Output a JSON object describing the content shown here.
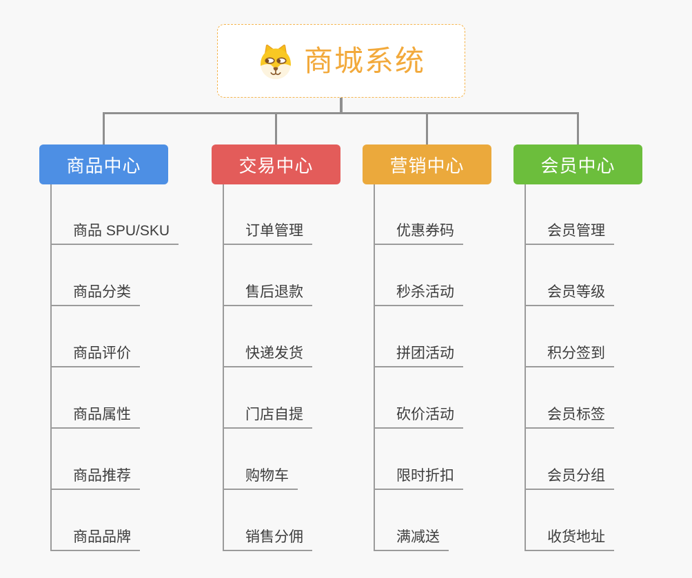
{
  "root": {
    "title": "商城系统",
    "icon": "dog-face-icon",
    "accent_color": "#F2A93B",
    "border_color": "#F5B44C"
  },
  "branches": [
    {
      "label": "商品中心",
      "color": "#4D8FE4",
      "children": [
        "商品 SPU/SKU",
        "商品分类",
        "商品评价",
        "商品属性",
        "商品推荐",
        "商品品牌"
      ]
    },
    {
      "label": "交易中心",
      "color": "#E35C5A",
      "children": [
        "订单管理",
        "售后退款",
        "快递发货",
        "门店自提",
        "购物车",
        "销售分佣"
      ]
    },
    {
      "label": "营销中心",
      "color": "#EBA93C",
      "children": [
        "优惠券码",
        "秒杀活动",
        "拼团活动",
        "砍价活动",
        "限时折扣",
        "满减送"
      ]
    },
    {
      "label": "会员中心",
      "color": "#6CBE3C",
      "children": [
        "会员管理",
        "会员等级",
        "积分签到",
        "会员标签",
        "会员分组",
        "收货地址"
      ]
    }
  ],
  "style": {
    "background_color": "#F8F8F8",
    "connector_color": "#8F8F8F",
    "branch_line_color": "#9B9B9B",
    "node_text_color": "#3D3D3D"
  }
}
